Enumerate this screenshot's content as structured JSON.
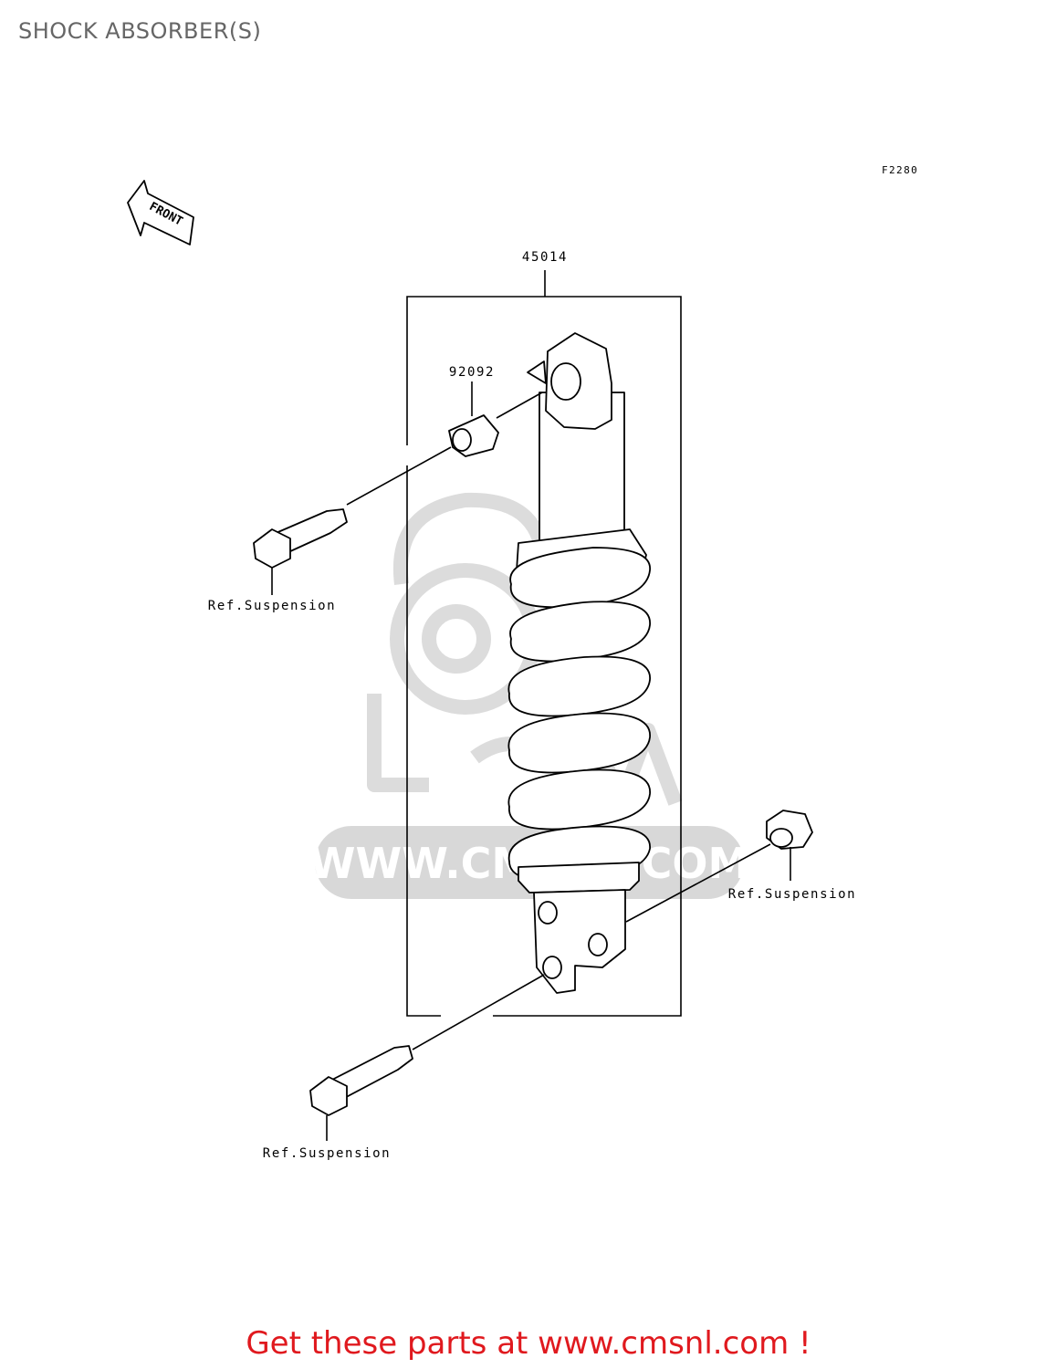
{
  "title": "SHOCK ABSORBER(S)",
  "figure_code": "F2280",
  "front_marker": "FRONT",
  "parts": [
    {
      "number": "45014"
    },
    {
      "number": "92092"
    }
  ],
  "references": [
    {
      "label": "Ref.Suspension"
    },
    {
      "label": "Ref.Suspension"
    },
    {
      "label": "Ref.Suspension"
    }
  ],
  "watermark": "WWW.CMSNL.COM",
  "footer": "Get these parts at www.cmsnl.com !",
  "colors": {
    "footer": "#e0191e",
    "watermark": "#d8d8d8",
    "title": "#666666"
  }
}
